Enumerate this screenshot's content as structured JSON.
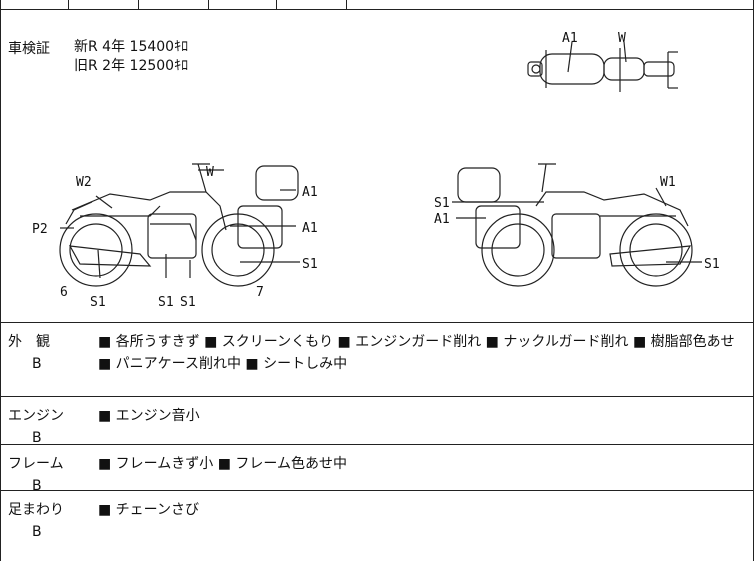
{
  "shaken": {
    "label": "車検証",
    "lines": [
      "新R 4年 15400ｷﾛ",
      "旧R 2年 12500ｷﾛ"
    ]
  },
  "diagram_labels": {
    "top_view": [
      "A1",
      "W"
    ],
    "left_view": [
      "W2",
      "W",
      "A1",
      "A1",
      "P2",
      "S1",
      "6",
      "S1",
      "S1",
      "S1",
      "7"
    ],
    "right_view": [
      "W1",
      "S1",
      "A1",
      "S1"
    ]
  },
  "sections": [
    {
      "category": "外　観",
      "grade": "B",
      "description": "■ 各所うすきず ■ スクリーンくもり ■ エンジンガード削れ ■ ナックルガード削れ ■ 樹脂部色あせ ■ パニアケース削れ中 ■ シートしみ中"
    },
    {
      "category": "エンジン",
      "grade": "B",
      "description": "■ エンジン音小"
    },
    {
      "category": "フレーム",
      "grade": "B",
      "description": "■ フレームきず小 ■ フレーム色あせ中"
    },
    {
      "category": "足まわり",
      "grade": "B",
      "description": "■ チェーンさび"
    }
  ]
}
